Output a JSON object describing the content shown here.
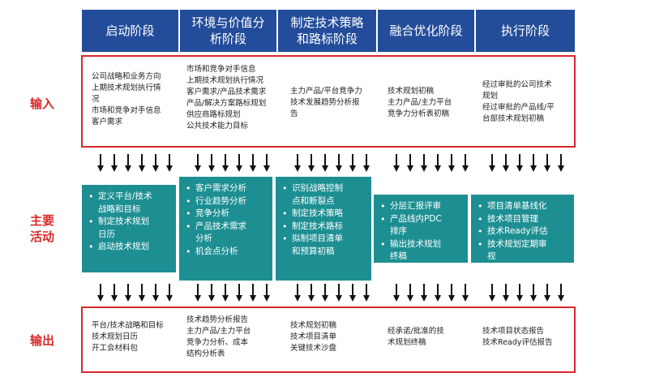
{
  "phases": [
    {
      "label": "启动阶段"
    },
    {
      "label": "环境与价值分\n析阶段"
    },
    {
      "label": "制定技术策略\n和路标阶段"
    },
    {
      "label": "融合优化阶段"
    },
    {
      "label": "执行阶段"
    }
  ],
  "row_labels": {
    "input": "输入",
    "activities": "主要\n活动",
    "output": "输出"
  },
  "inputs": [
    [
      "公司战略和业务方向",
      "上期技术规划执行情",
      "况",
      "市场和竞争对手信息",
      "客户需求"
    ],
    [
      "市场和竞争对手信息",
      "上期技术规划执行情况",
      "客户需求/产品技术需求",
      "产品/解决方案路标规划",
      "供应商路标规划",
      "公共技术能力目标"
    ],
    [
      "主力产品/平台竞争力",
      "技术发展趋势分析报",
      "告"
    ],
    [
      "技术规划初稿",
      "主力产品/主力平台",
      "竞争力分析表初稿"
    ],
    [
      "经过审批的公司技术",
      "规划",
      "经过审批的产品线/平",
      "台部技术规划初稿"
    ]
  ],
  "activities": [
    [
      "定义平台/技术\n战略和目标",
      "制定技术规划\n日历",
      "启动技术规划"
    ],
    [
      "客户需求分析",
      "行业趋势分析",
      "竞争分析",
      "产品技术需求\n分析",
      "机会点分析"
    ],
    [
      "识别战略控制\n点和断裂点",
      "制定技术策略",
      "制定技术路标",
      "拟制项目清单\n和预算初稿"
    ],
    [
      "分层汇报评审",
      "产品线内PDC\n排序",
      "输出技术规划\n终稿"
    ],
    [
      "项目清单基线化",
      "技术项目管理",
      "技术Ready评估",
      "技术规划定期审\n视"
    ]
  ],
  "outputs": [
    [
      "平台/技术战略和目标",
      "技术规划日历",
      "开工会材料包"
    ],
    [
      "技术趋势分析报告",
      "主力产品/主力平台",
      "竞争力分析、成本",
      "结构分析表"
    ],
    [
      "技术规划初稿",
      "技术项目清单",
      "关键技术沙盘"
    ],
    [
      "经承诺/批准的技",
      "术规划终稿"
    ],
    [
      "技术项目状态报告",
      "技术Ready评估报告"
    ]
  ],
  "colors": {
    "header": "#234d9a",
    "activity": "#1d8f93",
    "frame": "#d7262e",
    "label": "#d92a2a"
  }
}
